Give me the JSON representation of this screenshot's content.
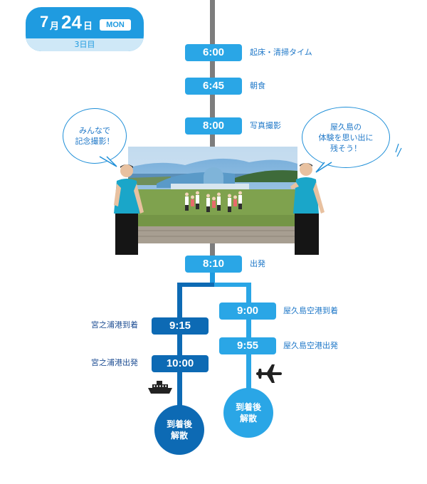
{
  "date": {
    "month": "7",
    "month_kanji": "月",
    "day": "24",
    "day_kanji": "日",
    "weekday": "MON",
    "day_count": "3日目"
  },
  "schedule": [
    {
      "time": "6:00",
      "label": "起床・清掃タイム"
    },
    {
      "time": "6:45",
      "label": "朝食"
    },
    {
      "time": "8:00",
      "label": "写真撮影"
    },
    {
      "time": "8:10",
      "label": "出発"
    }
  ],
  "left_branch": [
    {
      "time": "9:15",
      "label": "宮之浦港到着"
    },
    {
      "time": "10:00",
      "label": "宮之浦港出発"
    }
  ],
  "right_branch": [
    {
      "time": "9:00",
      "label": "屋久島空港到着"
    },
    {
      "time": "9:55",
      "label": "屋久島空港出発"
    }
  ],
  "end_left": {
    "line1": "到着後",
    "line2": "解散"
  },
  "end_right": {
    "line1": "到着後",
    "line2": "解散"
  },
  "bubble_left": {
    "line1": "みんなで",
    "line2": "記念撮影！"
  },
  "bubble_right": {
    "line1": "屋久島の",
    "line2": "体験を思い出に",
    "line3": "残そう！"
  },
  "icons": {
    "left": "ship-icon",
    "right": "airplane-icon"
  },
  "colors": {
    "accent": "#1f9be0",
    "dark_blue": "#0d6ab4",
    "timeline_gray": "#7d7d7d",
    "label_blue": "#1f78c8"
  }
}
